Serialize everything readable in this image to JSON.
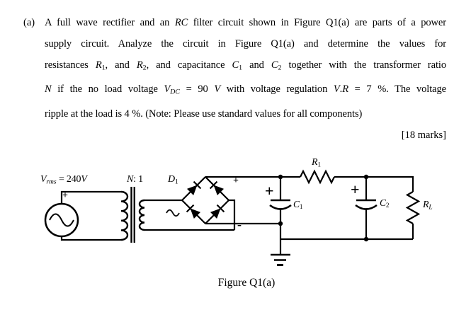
{
  "question": {
    "item_label": "(a)",
    "lines": [
      "A full wave rectifier and an <i>RC</i> filter circuit shown in Figure Q1(a) are parts of a power",
      "supply circuit. Analyze the circuit in Figure Q1(a) and determine the values for",
      "resistances <i>R</i><sub>1</sub>, and <i>R</i><sub>2</sub>, and capacitance <i>C</i><sub>1</sub> and <i>C</i><sub>2</sub> together with the transformer ratio",
      "<i>N</i> if the no load voltage <i>V</i><sub><i>DC</i></sub> = 90 <i>V</i> with voltage regulation <i>V</i>.<i>R</i> = 7 %. The voltage",
      "ripple at the load is 4 %. (Note: Please use standard values for all components)"
    ],
    "marks": "[18 marks]"
  },
  "figure": {
    "caption": "Figure Q1(a)",
    "labels": {
      "source_voltage": "<i>V</i><sub><i>rms</i></sub> = 240<i>V</i>",
      "turns_ratio": "<i>N</i>: 1",
      "diode": "<i>D</i><sub>1</sub>",
      "res1": "<i>R</i><sub>1</sub>",
      "cap1": "<i>C</i><sub>1</sub>",
      "cap2": "<i>C</i><sub>2</sub>",
      "load": "<i>R</i><sub><i>L</i></sub>",
      "plus": "+",
      "minus": "-"
    },
    "colors": {
      "ink": "#000000",
      "paper": "#ffffff"
    }
  }
}
